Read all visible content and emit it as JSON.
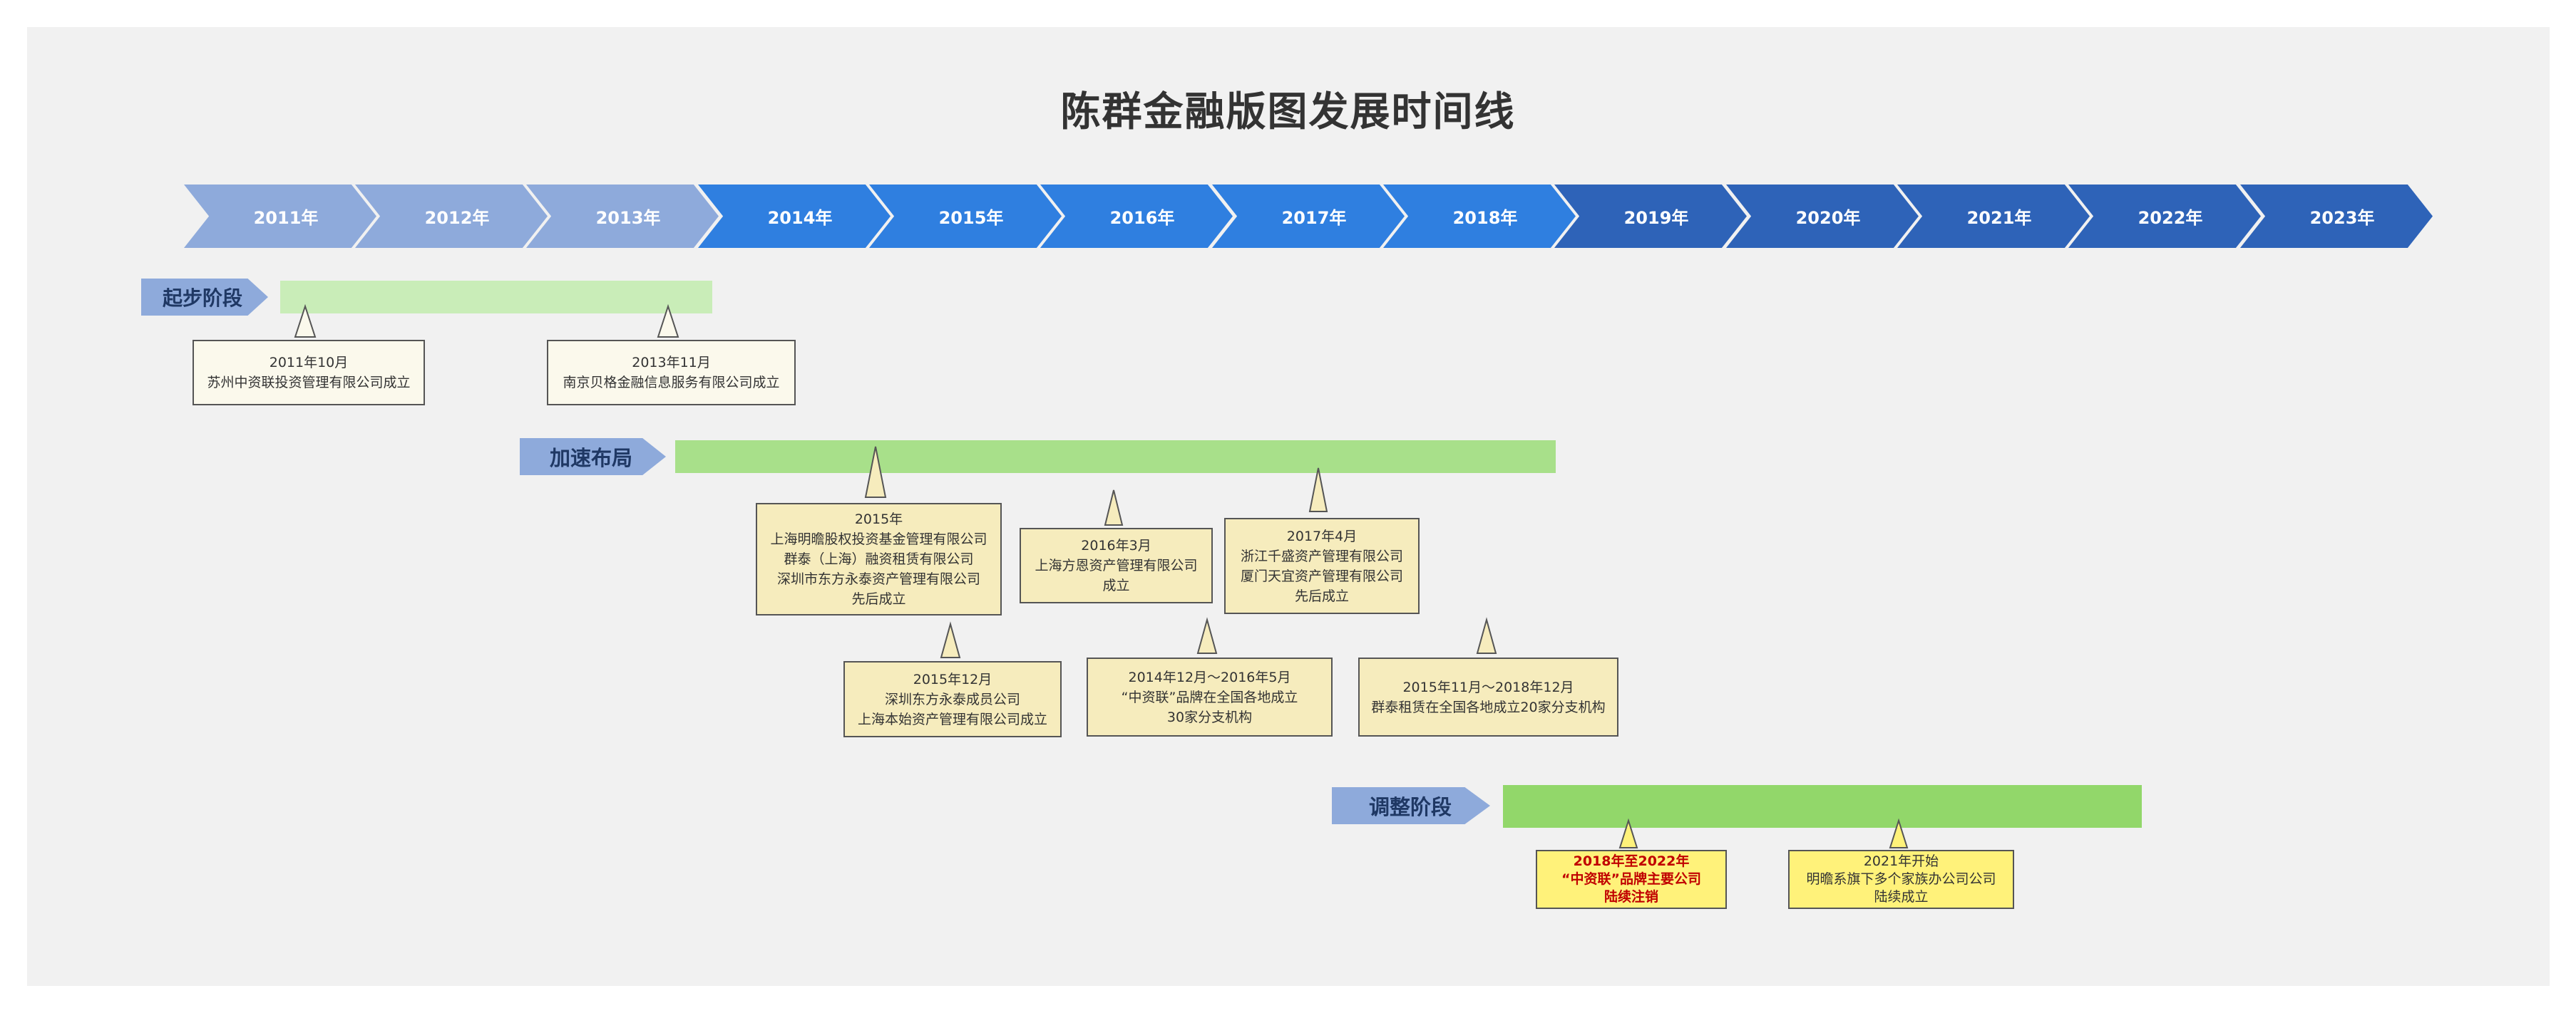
{
  "title": "陈群金融版图发展时间线",
  "colors": {
    "canvas_bg": "#f1f1f1",
    "year_light": "#8eaadb",
    "year_mid": "#2f7fe0",
    "year_dark": "#2e63b8",
    "stage_tag": "#8eaadb",
    "stage1_bar": "#c9edb8",
    "stage2_bar": "#a8e08a",
    "stage3_bar": "#92d76a",
    "box_light": "#fbf9ec",
    "box_mid": "#f6ecbd",
    "box_bright": "#fff27a"
  },
  "years": [
    "2011年",
    "2012年",
    "2013年",
    "2014年",
    "2015年",
    "2016年",
    "2017年",
    "2018年",
    "2019年",
    "2020年",
    "2021年",
    "2022年",
    "2023年"
  ],
  "stages": [
    {
      "label": "起步阶段"
    },
    {
      "label": "加速布局"
    },
    {
      "label": "调整阶段"
    }
  ],
  "events": {
    "e1": {
      "lines": [
        "2011年10月",
        "苏州中资联投资管理有限公司成立"
      ]
    },
    "e2": {
      "lines": [
        "2013年11月",
        "南京贝格金融信息服务有限公司成立"
      ]
    },
    "e3": {
      "lines": [
        "2015年",
        "上海明曕股权投资基金管理有限公司",
        "群泰（上海）融资租赁有限公司",
        "深圳市东方永泰资产管理有限公司",
        "先后成立"
      ]
    },
    "e4": {
      "lines": [
        "2016年3月",
        "上海方恩资产管理有限公司",
        "成立"
      ]
    },
    "e5": {
      "lines": [
        "2017年4月",
        "浙江千盛资产管理有限公司",
        "厦门天宜资产管理有限公司",
        "先后成立"
      ]
    },
    "e6": {
      "lines": [
        "2015年12月",
        "深圳东方永泰成员公司",
        "上海本始资产管理有限公司成立"
      ]
    },
    "e7": {
      "lines": [
        "2014年12月～2016年5月",
        "“中资联”品牌在全国各地成立",
        "30家分支机构"
      ]
    },
    "e8": {
      "lines": [
        "2015年11月～2018年12月",
        "群泰租赁在全国各地成立20家分支机构"
      ]
    },
    "e9": {
      "lines": [
        "2018年至2022年",
        "“中资联”品牌主要公司",
        "陆续注销"
      ]
    },
    "e10": {
      "lines": [
        "2021年开始",
        "明曕系旗下多个家族办公司公司",
        "陆续成立"
      ]
    }
  }
}
